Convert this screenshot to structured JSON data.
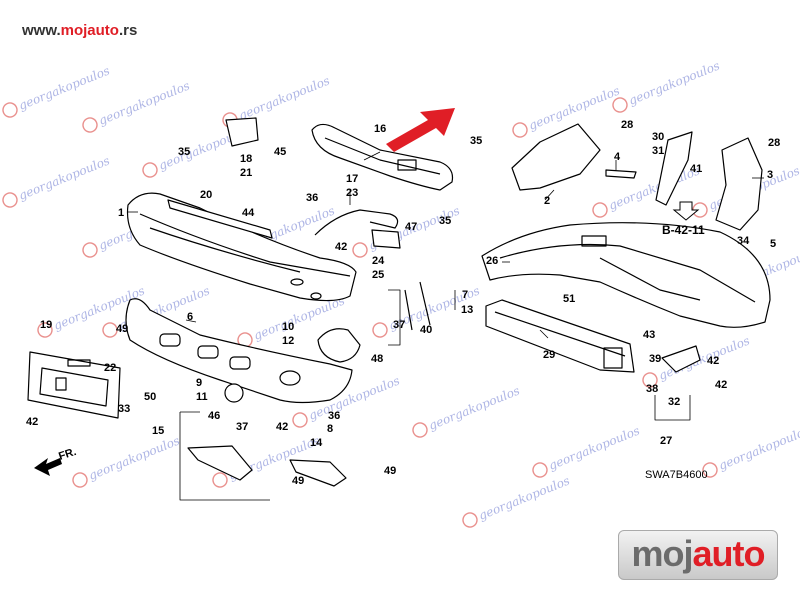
{
  "site": {
    "url_prefix": "www.",
    "url_brand": "mojauto",
    "url_suffix": ".rs"
  },
  "logo": {
    "part1": "moj",
    "part2": "auto",
    "color_gray": "#6b6b6b",
    "color_red": "#e01e26"
  },
  "watermark": {
    "text": "georgakopoulos",
    "color": "#6d7ad0"
  },
  "diagram_code": "SWA7B4600",
  "reference": "B-42-11",
  "direction_label": "FR.",
  "callouts": [
    "1",
    "2",
    "3",
    "4",
    "5",
    "6",
    "7",
    "8",
    "9",
    "10",
    "11",
    "12",
    "13",
    "14",
    "15",
    "16",
    "17",
    "18",
    "19",
    "20",
    "21",
    "22",
    "23",
    "24",
    "25",
    "26",
    "27",
    "28",
    "29",
    "30",
    "31",
    "32",
    "33",
    "34",
    "35",
    "36",
    "37",
    "38",
    "39",
    "40",
    "41",
    "42",
    "43",
    "44",
    "45",
    "46",
    "47",
    "48",
    "49",
    "50",
    "51"
  ]
}
